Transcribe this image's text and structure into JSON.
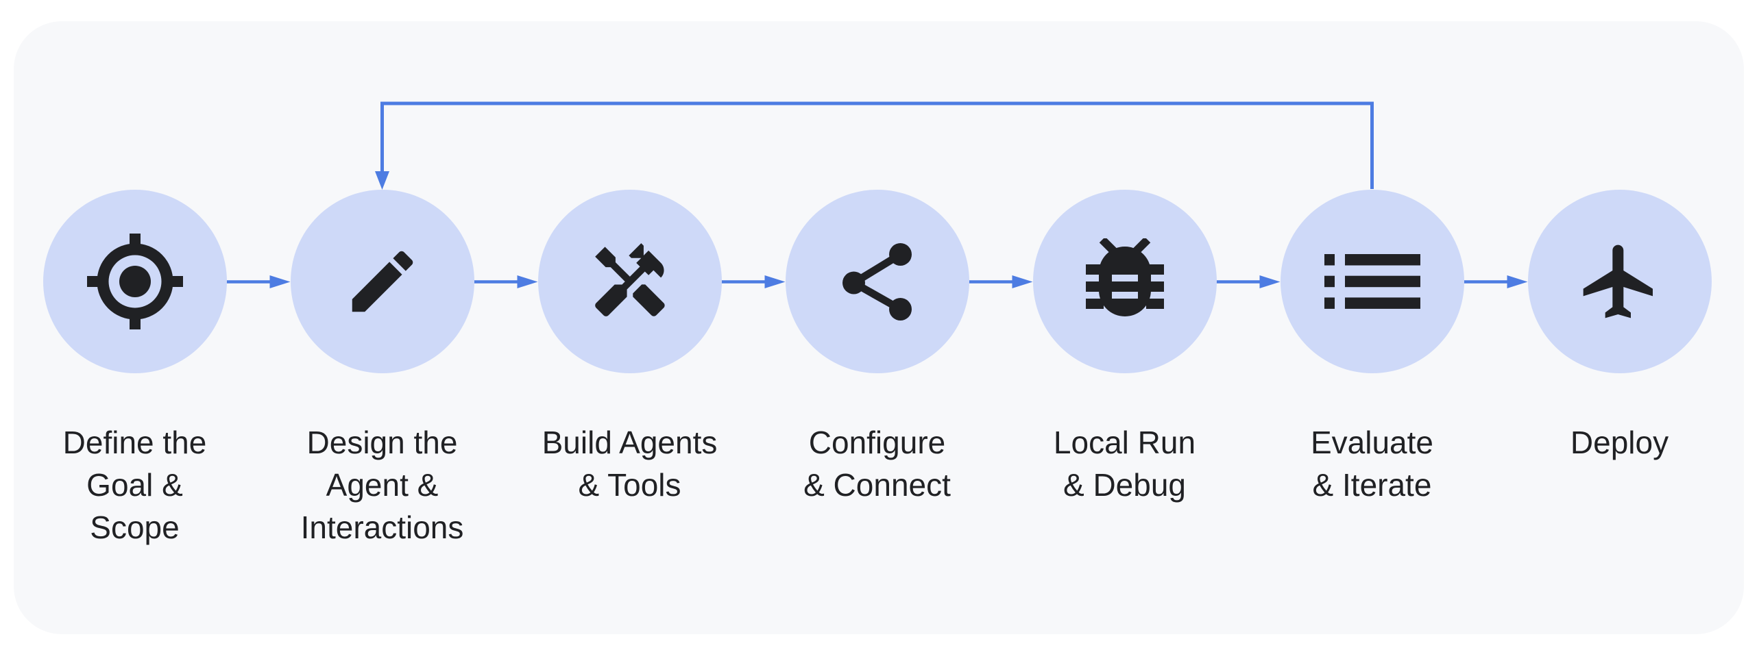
{
  "colors": {
    "accent_blue": "#4d7ce2",
    "circle_fill": "#ced9f8",
    "icon_color": "#202124",
    "panel_bg": "#f7f8fa",
    "text_color": "#202124",
    "page_bg": "#ffffff"
  },
  "flow": {
    "steps": [
      {
        "id": "define-goal-scope",
        "icon": "target-icon",
        "label": "Define the\nGoal &\nScope"
      },
      {
        "id": "design-agent-interactions",
        "icon": "pencil-icon",
        "label": "Design the\nAgent &\nInteractions"
      },
      {
        "id": "build-agents-tools",
        "icon": "tools-icon",
        "label": "Build Agents\n& Tools"
      },
      {
        "id": "configure-connect",
        "icon": "share-icon",
        "label": "Configure\n& Connect"
      },
      {
        "id": "local-run-debug",
        "icon": "bug-icon",
        "label": "Local Run\n& Debug"
      },
      {
        "id": "evaluate-iterate",
        "icon": "list-icon",
        "label": "Evaluate\n& Iterate"
      },
      {
        "id": "deploy",
        "icon": "plane-icon",
        "label": "Deploy"
      }
    ],
    "feedback_loop": {
      "from": "Evaluate & Iterate",
      "to": "Design the Agent & Interactions"
    }
  }
}
